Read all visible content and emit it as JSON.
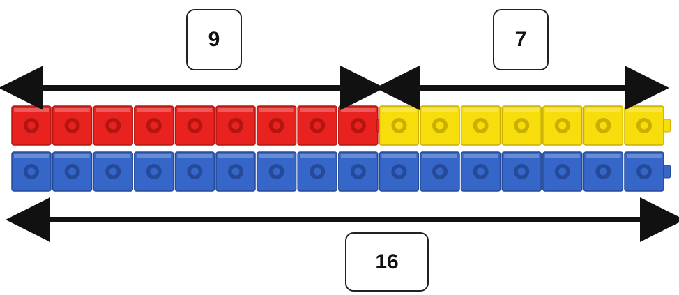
{
  "labels": {
    "red_count": "9",
    "yellow_count": "7",
    "total_count": "16"
  },
  "cubes": {
    "red": 9,
    "yellow": 7,
    "blue": 16
  },
  "colors": {
    "red": "#e8231f",
    "red_dark": "#b51511",
    "yellow": "#f7dd0b",
    "yellow_dark": "#c9b000",
    "blue": "#3566c8",
    "blue_dark": "#244a99",
    "arrow": "#111111"
  }
}
